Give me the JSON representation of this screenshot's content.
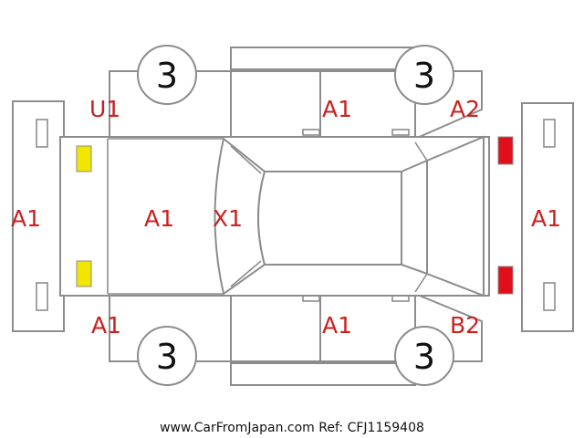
{
  "colors": {
    "outline": "#8c8c8c",
    "code_text": "#cc1f1f",
    "front_lamp": "#f2e600",
    "rear_lamp": "#e0101a"
  },
  "wheels": {
    "front_left": "3",
    "rear_left": "3",
    "front_right": "3",
    "rear_right": "3"
  },
  "labels": {
    "front_bumper": "A1",
    "hood": "A1",
    "front_left_fender": "U1",
    "front_right_fender": "A1",
    "windshield": "X1",
    "left_doors": "A1",
    "right_doors": "A1",
    "left_rear_quarter": "A2",
    "right_rear_quarter": "B2",
    "rear_bumper": "A1"
  },
  "footer": "www.CarFromJapan.com Ref: CFJ1159408"
}
